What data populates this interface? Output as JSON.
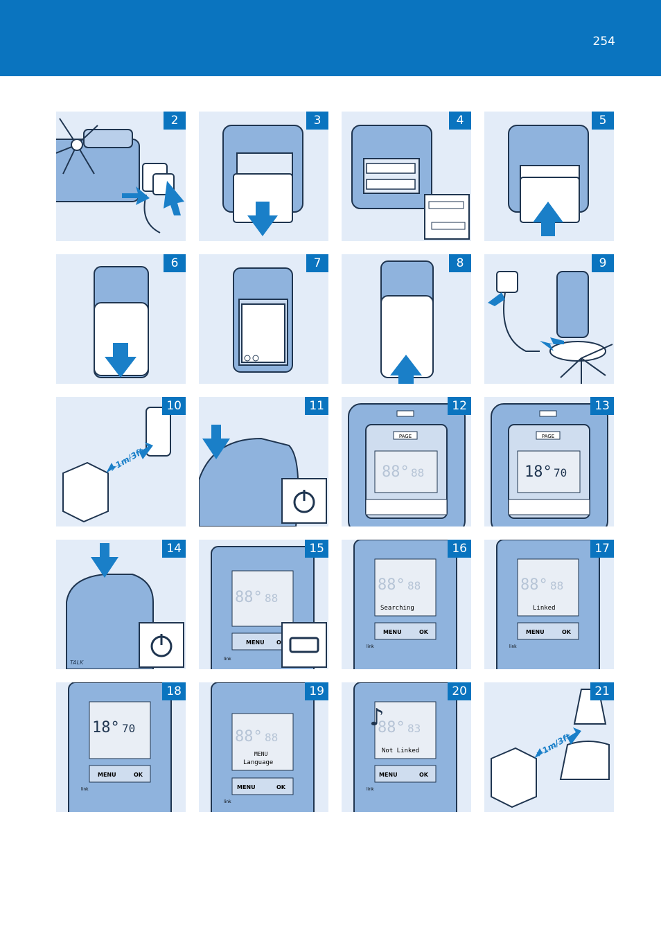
{
  "page_number": "254",
  "panels": [
    {
      "step": "2"
    },
    {
      "step": "3"
    },
    {
      "step": "4"
    },
    {
      "step": "5"
    },
    {
      "step": "6"
    },
    {
      "step": "7"
    },
    {
      "step": "8"
    },
    {
      "step": "9"
    },
    {
      "step": "10",
      "distance_label": ">1m/3ft"
    },
    {
      "step": "11"
    },
    {
      "step": "12",
      "page_label": "PAGE",
      "lcd_temp": "88°",
      "lcd_hum": "88"
    },
    {
      "step": "13",
      "page_label": "PAGE",
      "lcd_temp": "18°",
      "lcd_hum": "70"
    },
    {
      "step": "14",
      "talk_label": "TALK"
    },
    {
      "step": "15",
      "menu_label": "MENU",
      "ok_label": "OK",
      "link_label": "link",
      "lcd_temp": "88°",
      "lcd_hum": "88"
    },
    {
      "step": "16",
      "menu_label": "MENU",
      "ok_label": "OK",
      "link_label": "link",
      "lcd_temp": "88°",
      "lcd_hum": "88",
      "lcd_text": "Searching"
    },
    {
      "step": "17",
      "menu_label": "MENU",
      "ok_label": "OK",
      "link_label": "link",
      "lcd_temp": "88°",
      "lcd_hum": "88",
      "lcd_text": "Linked"
    },
    {
      "step": "18",
      "menu_label": "MENU",
      "ok_label": "OK",
      "link_label": "link",
      "lcd_temp": "18°",
      "lcd_hum": "70"
    },
    {
      "step": "19",
      "menu_label": "MENU",
      "ok_label": "OK",
      "link_label": "link",
      "lcd_temp": "88°",
      "lcd_hum": "88",
      "lcd_text": "MENU",
      "lcd_text2": "Language"
    },
    {
      "step": "20",
      "menu_label": "MENU",
      "ok_label": "OK",
      "link_label": "link",
      "lcd_temp": "88°",
      "lcd_hum": "83",
      "lcd_text": "Not Linked"
    },
    {
      "step": "21",
      "distance_label": ">1m/3ft"
    }
  ],
  "colors": {
    "brand_blue": "#0a74bf",
    "panel_bg": "#e3ecf8",
    "device_blue": "#8fb3dd",
    "arrow_blue": "#1a7fc8"
  }
}
